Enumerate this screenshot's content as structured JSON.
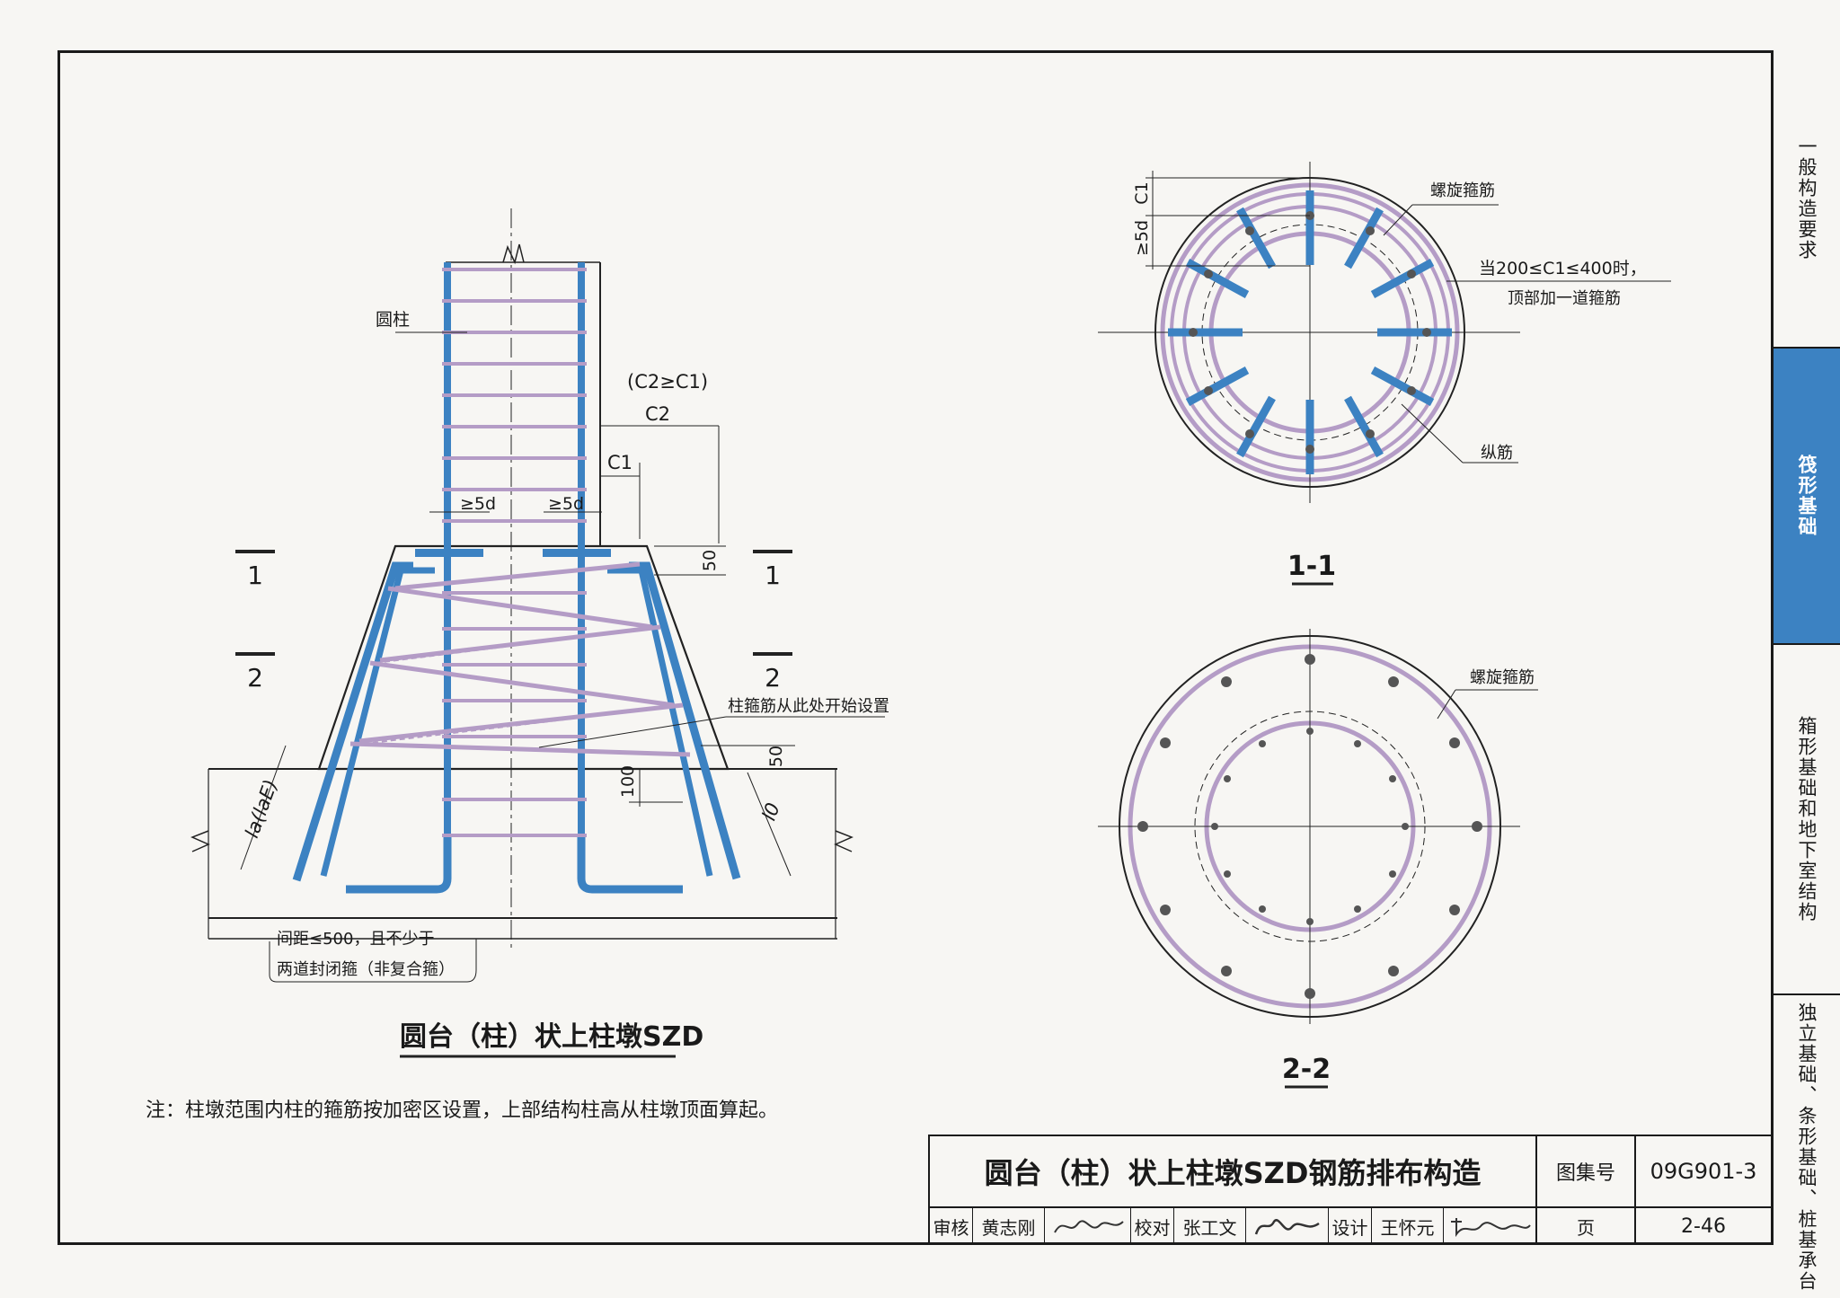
{
  "drawing": {
    "main_caption": "圆台（柱）状上柱墩SZD",
    "note": "注：柱墩范围内柱的箍筋按加密区设置，上部结构柱高从柱墩顶面算起。",
    "elevation": {
      "column_label": "圆柱",
      "c2_condition": "(C2≥C1)",
      "c2": "C2",
      "c1": "C1",
      "five_d": "≥5d",
      "dim_50_top": "50",
      "dim_50_side": "50",
      "dim_100": "100",
      "section_1": "1",
      "section_2": "2",
      "la_label": "la(laE)",
      "l0_label": "l0",
      "stirrup_start": "柱箍筋从此处开始设置",
      "spacing_note_1": "间距≤500，且不少于",
      "spacing_note_2": "两道封闭箍（非复合箍）"
    },
    "section_1_1": {
      "title": "1-1",
      "spiral_label": "螺旋箍筋",
      "top_stirrup_1": "当200≤C1≤400时，",
      "top_stirrup_2": "顶部加一道箍筋",
      "long_bar": "纵筋",
      "dim_c1": "C1",
      "dim_5d": "≥5d"
    },
    "section_2_2": {
      "title": "2-2",
      "spiral_label": "螺旋箍筋"
    }
  },
  "title_block": {
    "title": "圆台（柱）状上柱墩SZD钢筋排布构造",
    "atlas_label": "图集号",
    "atlas_no": "09G901-3",
    "review_label": "审核",
    "reviewer": "黄志刚",
    "check_label": "校对",
    "checker": "张工文",
    "design_label": "设计",
    "designer": "王怀元",
    "page_label": "页",
    "page_no": "2-46"
  },
  "sidebar": {
    "tabs": [
      {
        "label": "一般构造要求",
        "active": false
      },
      {
        "label": "筏形基础",
        "active": true
      },
      {
        "label": "箱形基础和地下室结构",
        "active": false
      },
      {
        "label": "独立基础、条形基础、桩基承台",
        "active": false
      }
    ]
  },
  "colors": {
    "rebar": "#3c82c2",
    "stirrup": "#a890b8",
    "active_tab": "#3c82c2"
  }
}
